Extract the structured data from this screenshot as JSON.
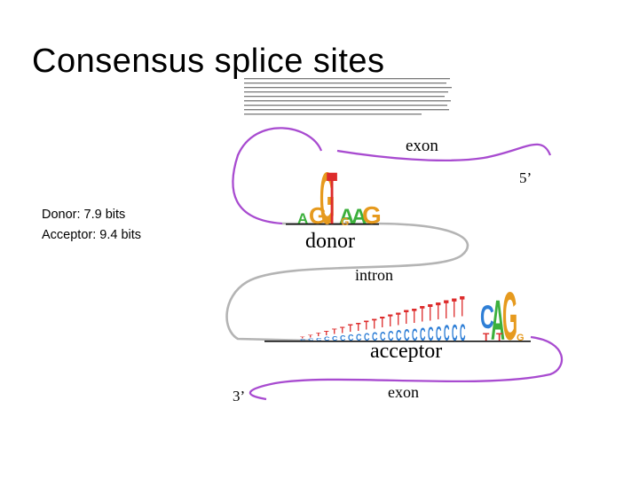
{
  "title": "Consensus splice sites",
  "bits": {
    "donor": "Donor: 7.9 bits",
    "acceptor": "Acceptor: 9.4 bits"
  },
  "diagram": {
    "exon_top": "exon",
    "five_prime": "5’",
    "donor": "donor",
    "intron": "intron",
    "acceptor": "acceptor",
    "three_prime": "3’",
    "exon_bottom": "exon"
  },
  "colors": {
    "A": "#3cb03c",
    "C": "#2f7fd6",
    "G": "#e69a1e",
    "T": "#dd2b2b",
    "strand": "#b4b4b4",
    "loop": "#a84bd0"
  }
}
